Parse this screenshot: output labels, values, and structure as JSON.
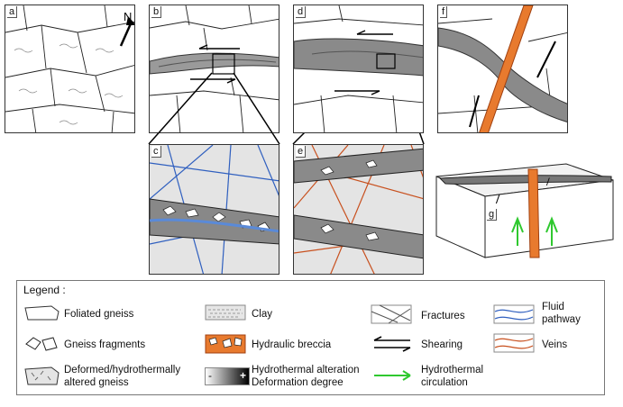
{
  "panels": {
    "a": {
      "label": "a"
    },
    "b": {
      "label": "b"
    },
    "c": {
      "label": "c"
    },
    "d": {
      "label": "d"
    },
    "e": {
      "label": "e"
    },
    "f": {
      "label": "f"
    },
    "g": {
      "label": "g"
    },
    "north_label": "N",
    "fault_symbol": "/"
  },
  "legend": {
    "title": "Legend :",
    "items": {
      "foliated_gneiss": "Foliated gneiss",
      "clay": "Clay",
      "fractures": "Fractures",
      "fluid_pathway": "Fluid pathway",
      "gneiss_fragments": "Gneiss fragments",
      "hydraulic_breccia": "Hydraulic breccia",
      "shearing": "Shearing",
      "veins": "Veins",
      "deformed_gneiss": "Deformed/hydrothermally altered gneiss",
      "alteration": "Hydrothermal alteration Deformation degree",
      "circulation": "Hydrothermal circulation"
    },
    "gradient_minus": "-",
    "gradient_plus": "+"
  },
  "colors": {
    "fluid_blue": "#2f5fbf",
    "vein_orange": "#c8501e",
    "breccia_orange": "#e87a2e",
    "circulation_green": "#2fc82f",
    "gneiss_grey": "#e4e4e4",
    "zone_grey": "#8a8a8a"
  }
}
